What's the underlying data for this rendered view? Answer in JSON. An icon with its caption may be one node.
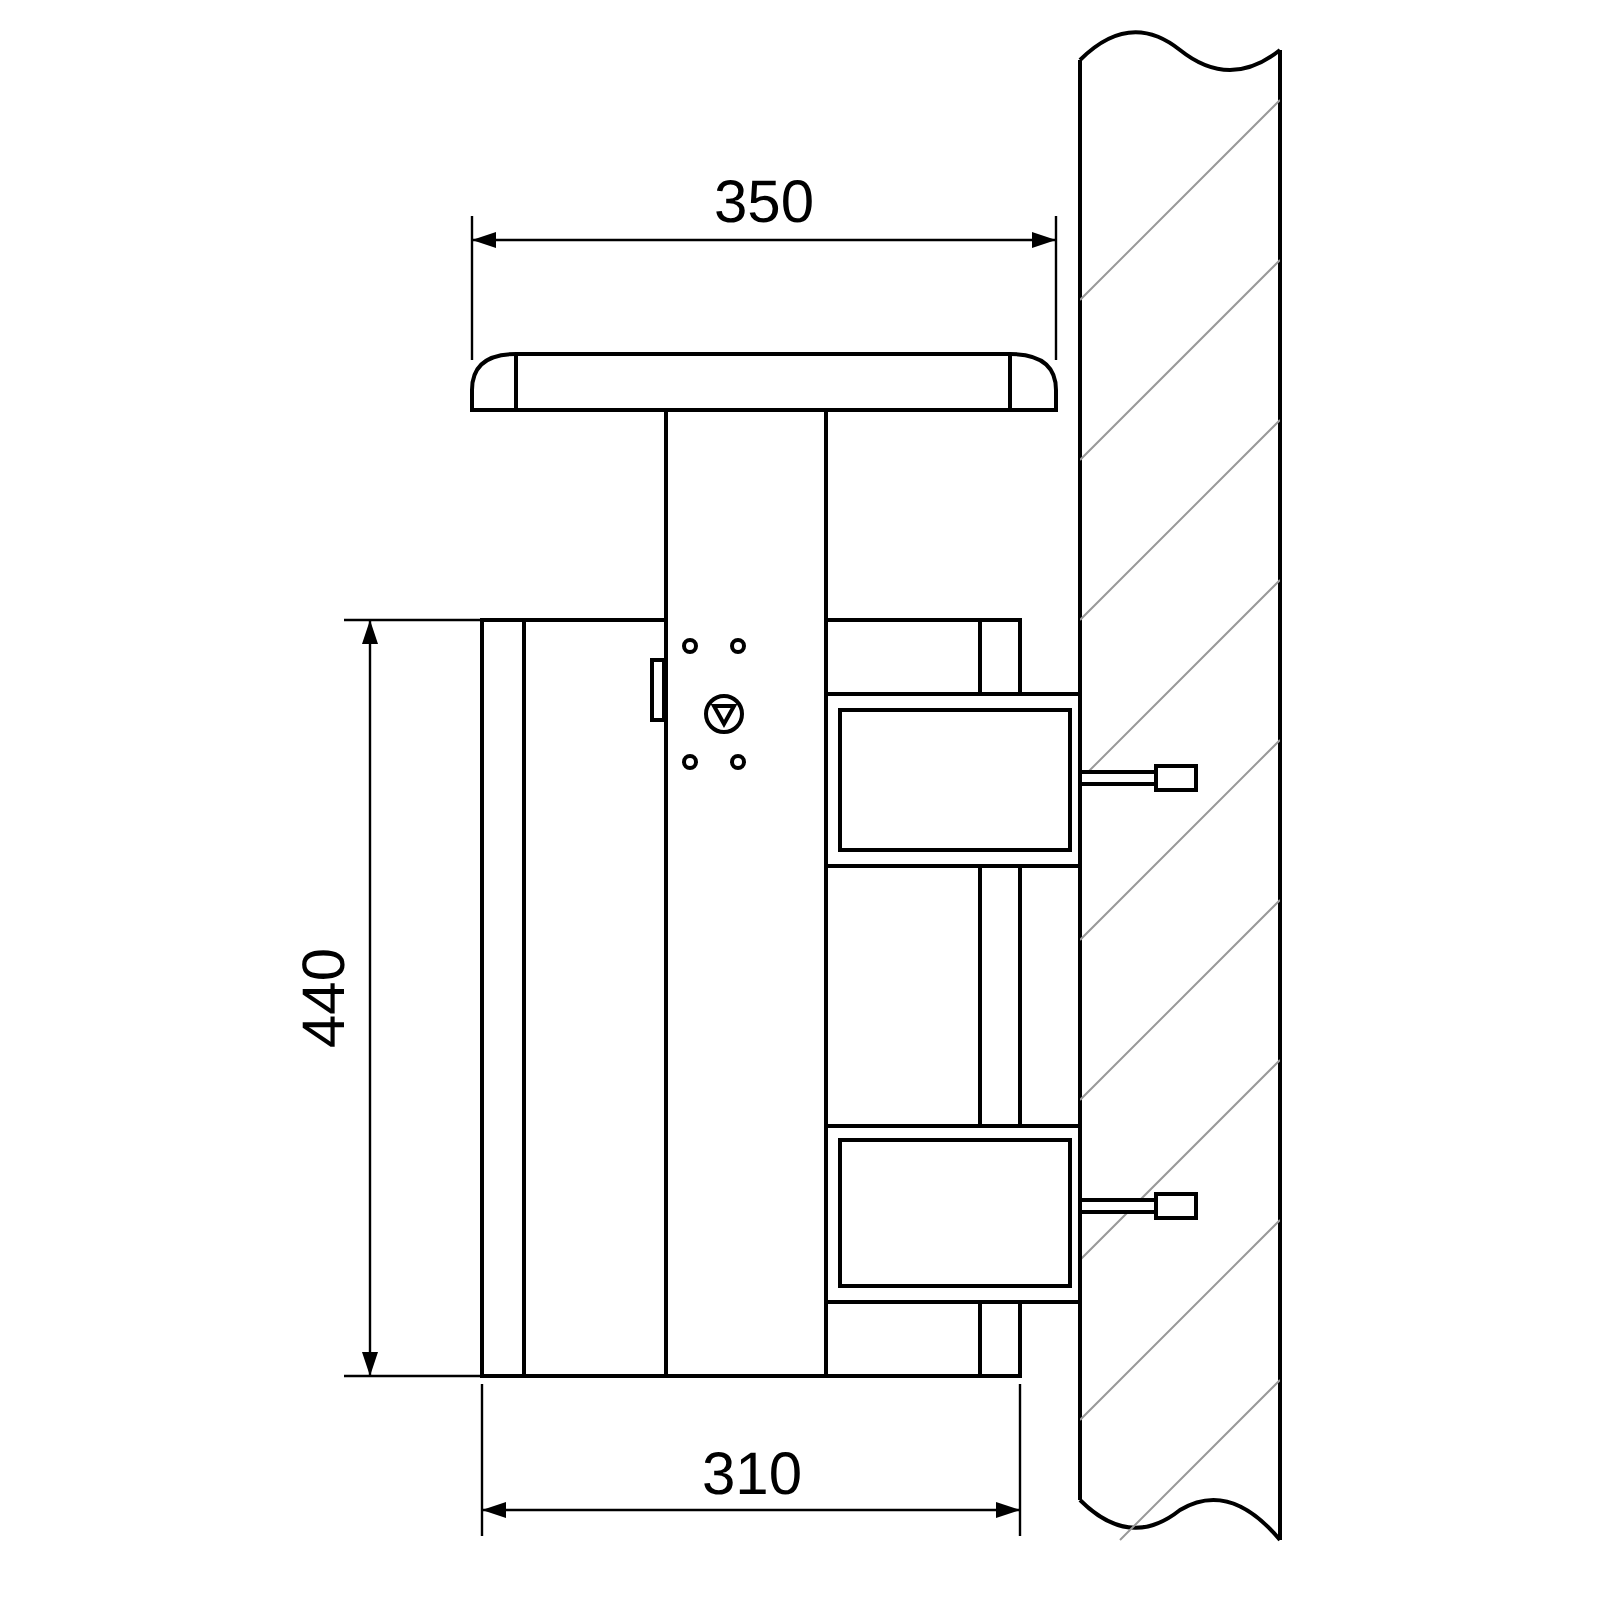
{
  "diagram": {
    "labels": [
      "350",
      "440",
      "310"
    ]
  }
}
